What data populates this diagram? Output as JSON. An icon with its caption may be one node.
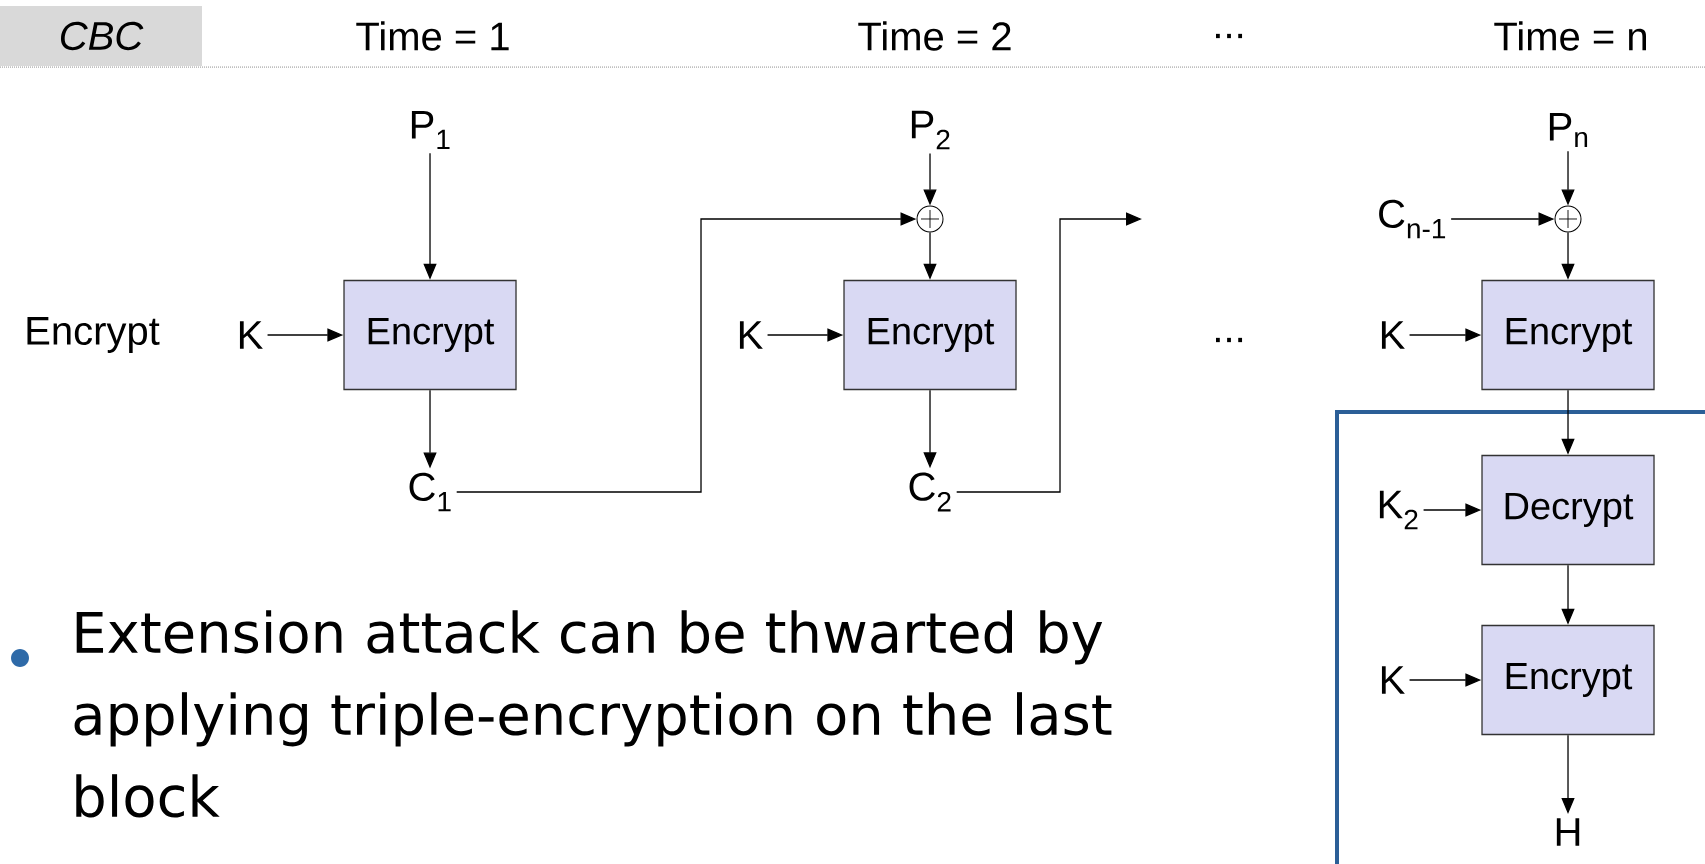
{
  "diagram": {
    "nodes": [
      {
        "text": [
          "CBC"
        ]
      },
      {
        "text": [
          "P$_{1}$"
        ]
      },
      {
        "text": [
          "Encrypt"
        ]
      },
      {
        "text": [
          "K"
        ]
      },
      {
        "text": [
          "C$_{1}$"
        ]
      },
      {
        "text": [
          "P$_{2}$"
        ]
      },
      {
        "text": [],
        "shape": "circle"
      },
      {
        "text": [
          "Encrypt"
        ]
      },
      {
        "text": [
          "K"
        ]
      },
      {
        "text": [
          "C$_{2}$"
        ]
      },
      {
        "text": [
          "C$_{n-1}$"
        ]
      },
      {
        "text": [
          "P$_{n}$"
        ]
      },
      {
        "text": [],
        "shape": "circle"
      },
      {
        "text": [
          "Encrypt"
        ]
      },
      {
        "text": [
          "K"
        ]
      },
      {
        "text": [],
        "shape": "box"
      },
      {
        "text": [
          "K$_{2}$"
        ],
        "in": 15
      },
      {
        "text": [
          "Decrypt"
        ],
        "in": 15
      },
      {
        "text": [
          "K"
        ],
        "in": 15
      },
      {
        "text": [
          "Encrypt"
        ],
        "in": 15
      },
      {
        "text": [
          "H"
        ],
        "in": 15
      }
    ],
    "edges": [
      {
        "from": 1,
        "to": 2,
        "arrow": "to"
      },
      {
        "from": 3,
        "to": 2,
        "arrow": "to"
      },
      {
        "from": 2,
        "to": 4,
        "arrow": "to"
      },
      {
        "from": 4,
        "to": 6,
        "arrow": "to"
      },
      {
        "from": 5,
        "to": 6,
        "arrow": "to"
      },
      {
        "from": 6,
        "to": 7,
        "arrow": "to"
      },
      {
        "from": 8,
        "to": 7,
        "arrow": "to"
      },
      {
        "from": 7,
        "to": 9,
        "arrow": "to"
      },
      {
        "from": 9,
        "to": null,
        "arrow": "to"
      },
      {
        "from": 10,
        "to": 12,
        "arrow": "to"
      },
      {
        "from": 11,
        "to": 12,
        "arrow": "to"
      },
      {
        "from": 12,
        "to": 13,
        "arrow": "to"
      },
      {
        "from": 14,
        "to": 13,
        "arrow": "to"
      },
      {
        "from": 13,
        "to": 17,
        "arrow": "to"
      },
      {
        "from": 16,
        "to": 17,
        "arrow": "to"
      },
      {
        "from": 17,
        "to": 19,
        "arrow": "to"
      },
      {
        "from": 18,
        "to": 19,
        "arrow": "to"
      },
      {
        "from": 19,
        "to": 20,
        "arrow": "to"
      }
    ],
    "labels": [
      "Time = 1",
      "Time = 2",
      "...",
      "Time = n",
      "Encrypt",
      "...",
      "Extension attack can be thwarted by applying triple-encryption on the last block"
    ]
  }
}
